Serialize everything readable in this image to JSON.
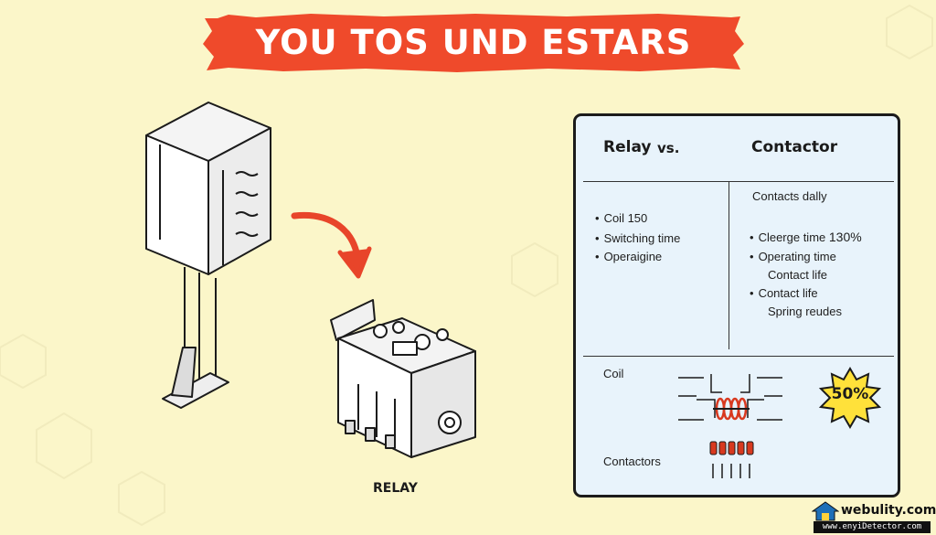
{
  "banner": {
    "title": "YOU TOS UND ESTARS"
  },
  "illustration": {
    "relay_caption": "RELAY"
  },
  "comparison": {
    "left_heading": "Relay",
    "vs_label": "vs.",
    "right_heading": "Contactor",
    "contacts_note": "Contacts dally",
    "relay_items": [
      "Coil 150",
      "Switching time",
      "Operaigine"
    ],
    "contactor_items": [
      {
        "label": "Cleerge time",
        "value": "130%"
      },
      {
        "label": "Operating time"
      },
      {
        "label": "Contact life",
        "indent": true
      },
      {
        "label": "Contact life"
      },
      {
        "label": "Spring reudes",
        "indent": true
      }
    ],
    "coil_label": "Coil",
    "contactors_label": "Contactors",
    "badge_value": "50%"
  },
  "watermark": {
    "site": "webulity.com",
    "sub": "www.enyiDetector.com"
  },
  "colors": {
    "banner": "#ef4a2b",
    "arrow": "#e8452a",
    "badge": "#ffe13a",
    "coil": "#d8391f",
    "panel": "#e8f3fb"
  }
}
